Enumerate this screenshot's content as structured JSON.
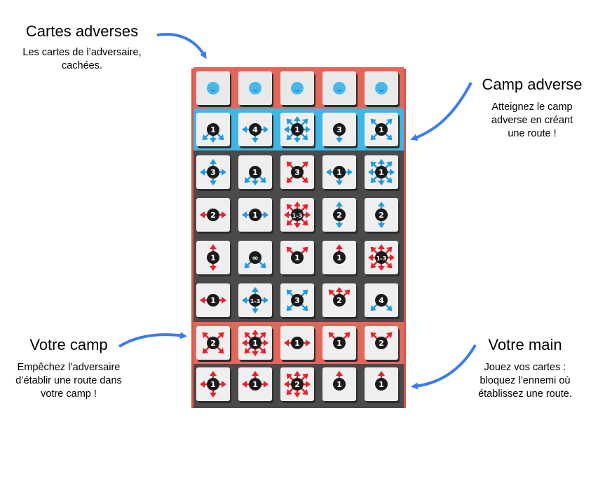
{
  "annotations": {
    "opp_cards": {
      "title": "Cartes adverses",
      "desc": "Les cartes de l’adversaire,\ncachées."
    },
    "opp_camp": {
      "title": "Camp adverse",
      "desc": "Atteignez le camp\nadverse en créant\nune route !"
    },
    "your_camp": {
      "title": "Votre camp",
      "desc": "Empêchez l’adversaire\nd’établir une route dans\nvotre camp !"
    },
    "your_hand": {
      "title": "Votre main",
      "desc": "Jouez vos cartes :\nbloquez l’ennemi où\nétablissez une route."
    }
  },
  "colors": {
    "red": "#e8202a",
    "blue": "#1e9be0",
    "token": "#1a1a1a",
    "opp_zone": "#e2675a",
    "camp_blue": "#3fb6e6"
  },
  "board": {
    "opponent_hand": [
      "hidden-card",
      "hidden-card",
      "hidden-card",
      "hidden-card",
      "hidden-card"
    ],
    "rows": [
      [
        {
          "v": "1",
          "c": "blue",
          "d": [
            "SW",
            "S",
            "SE"
          ]
        },
        {
          "v": "4",
          "c": "blue",
          "d": [
            "W",
            "E",
            "S"
          ]
        },
        {
          "v": "1",
          "c": "blue",
          "d": [
            "N",
            "NE",
            "E",
            "SE",
            "S",
            "SW",
            "W",
            "NW"
          ]
        },
        {
          "v": "3",
          "c": "blue",
          "d": [
            "S"
          ]
        },
        {
          "v": "1",
          "c": "blue",
          "d": [
            "NE",
            "SE",
            "SW",
            "NW"
          ]
        }
      ],
      [
        {
          "v": "3",
          "c": "blue",
          "d": [
            "N",
            "W",
            "E",
            "S"
          ]
        },
        {
          "v": "1",
          "c": "blue",
          "d": [
            "SW",
            "S",
            "SE"
          ]
        },
        {
          "v": "3",
          "c": "red",
          "d": [
            "NE",
            "SE",
            "SW",
            "NW"
          ]
        },
        {
          "v": "1",
          "c": "blue",
          "d": [
            "W",
            "E",
            "S"
          ]
        },
        {
          "v": "1",
          "c": "blue",
          "d": [
            "N",
            "NE",
            "E",
            "SE",
            "S",
            "SW",
            "W",
            "NW"
          ]
        }
      ],
      [
        {
          "v": "2",
          "c": "red",
          "d": [
            "W",
            "E"
          ]
        },
        {
          "v": "1",
          "c": "blue",
          "d": [
            "W",
            "E"
          ]
        },
        {
          "v": "1-3",
          "c": "red",
          "d": [
            "N",
            "NE",
            "E",
            "SE",
            "S",
            "SW",
            "W",
            "NW"
          ]
        },
        {
          "v": "2",
          "c": "blue",
          "d": [
            "N",
            "S"
          ]
        },
        {
          "v": "2",
          "c": "blue",
          "d": [
            "N",
            "S"
          ]
        }
      ],
      [
        {
          "v": "1",
          "c": "red",
          "d": [
            "N",
            "S"
          ]
        },
        {
          "v": "∞",
          "c": "blue",
          "d": [
            "SW",
            "SE"
          ]
        },
        {
          "v": "1",
          "c": "red",
          "d": [
            "NE",
            "NW"
          ]
        },
        {
          "v": "1",
          "c": "red",
          "d": [
            "N"
          ]
        },
        {
          "v": "1-3",
          "c": "red",
          "d": [
            "N",
            "NE",
            "E",
            "SE",
            "S",
            "SW",
            "W",
            "NW"
          ]
        }
      ],
      [
        {
          "v": "1",
          "c": "red",
          "d": [
            "W",
            "E"
          ]
        },
        {
          "v": "1-3",
          "c": "blue",
          "d": [
            "N",
            "W",
            "E",
            "S"
          ]
        },
        {
          "v": "3",
          "c": "blue",
          "d": [
            "NE",
            "SE",
            "SW",
            "NW"
          ]
        },
        {
          "v": "2",
          "c": "red",
          "d": [
            "NW",
            "N",
            "NE"
          ]
        },
        {
          "v": "4",
          "c": "blue",
          "d": [
            "SW",
            "SE"
          ]
        }
      ],
      [
        {
          "v": "2",
          "c": "red",
          "d": [
            "NE",
            "SE",
            "SW",
            "NW"
          ]
        },
        {
          "v": "1",
          "c": "red",
          "d": [
            "N",
            "NE",
            "E",
            "SE",
            "S",
            "SW",
            "W",
            "NW"
          ]
        },
        {
          "v": "1",
          "c": "red",
          "d": [
            "W",
            "E"
          ]
        },
        {
          "v": "1",
          "c": "red",
          "d": [
            "NE",
            "NW"
          ]
        },
        {
          "v": "2",
          "c": "red",
          "d": [
            "NE",
            "NW"
          ]
        }
      ]
    ],
    "your_hand": [
      {
        "v": "1",
        "c": "red",
        "d": [
          "N",
          "W",
          "E",
          "S"
        ]
      },
      {
        "v": "1",
        "c": "red",
        "d": [
          "N",
          "W",
          "E"
        ]
      },
      {
        "v": "2",
        "c": "red",
        "d": [
          "N",
          "NE",
          "E",
          "SE",
          "S",
          "SW",
          "W",
          "NW"
        ]
      },
      {
        "v": "1",
        "c": "red",
        "d": [
          "N"
        ]
      },
      {
        "v": "1",
        "c": "red",
        "d": [
          "N"
        ]
      }
    ]
  }
}
